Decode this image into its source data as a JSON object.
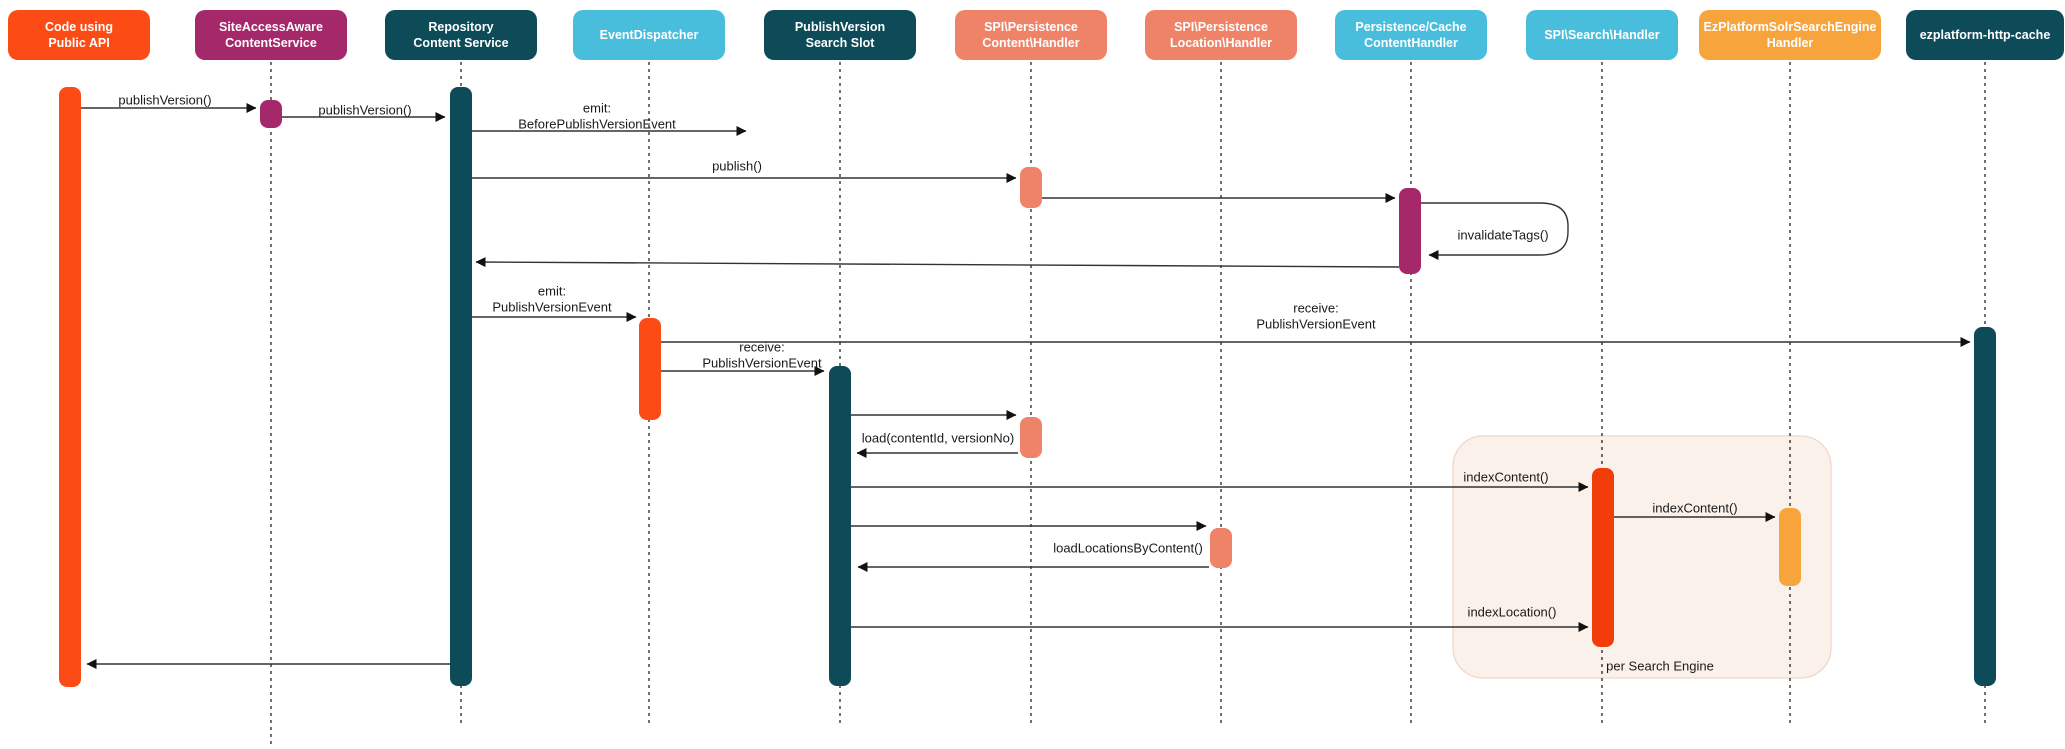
{
  "diagram": {
    "kind": "uml-sequence-diagram",
    "subject": "publishVersion() flow through eZ Platform services"
  },
  "colors": {
    "orange": "#FC4B14",
    "magenta": "#A4286A",
    "dark_teal": "#0E4B59",
    "light_blue": "#48BEDC",
    "salmon": "#EF8368",
    "amber": "#F8A43D",
    "red": "#F23D0B",
    "group_fill": "#FAF1EB",
    "group_border": "#F3D5C5",
    "line": "#333333",
    "text": "#1a1a1a"
  },
  "actors": [
    {
      "id": "code-using-public-api",
      "label": "Code using\nPublic API",
      "color": "orange"
    },
    {
      "id": "siteaccessaware-contentservice",
      "label": "SiteAccessAware\nContentService",
      "color": "magenta"
    },
    {
      "id": "repository-content-service",
      "label": "Repository\nContent Service",
      "color": "dark_teal"
    },
    {
      "id": "eventdispatcher",
      "label": "EventDispatcher",
      "color": "light_blue"
    },
    {
      "id": "publishversion-search-slot",
      "label": "PublishVersion\nSearch Slot",
      "color": "dark_teal"
    },
    {
      "id": "spi-persistence-content-handler",
      "label": "SPI\\Persistence\nContent\\Handler",
      "color": "salmon"
    },
    {
      "id": "spi-persistence-location-handler",
      "label": "SPI\\Persistence\nLocation\\Handler",
      "color": "salmon"
    },
    {
      "id": "persistence-cache-contenthandler",
      "label": "Persistence/Cache\nContentHandler",
      "color": "light_blue"
    },
    {
      "id": "spi-search-handler",
      "label": "SPI\\Search\\Handler",
      "color": "light_blue"
    },
    {
      "id": "ezplatformsolrsearchengine-handler",
      "label": "EzPlatformSolrSearchEngine\nHandler",
      "color": "amber"
    },
    {
      "id": "ezplatform-http-cache",
      "label": "ezplatform-http-cache",
      "color": "dark_teal"
    }
  ],
  "messages": [
    {
      "label": "publishVersion()",
      "from": "code-using-public-api",
      "to": "siteaccessaware-contentservice"
    },
    {
      "label": "publishVersion()",
      "from": "siteaccessaware-contentservice",
      "to": "repository-content-service"
    },
    {
      "label": "emit:\nBeforePublishVersionEvent",
      "from": "repository-content-service",
      "to": "eventdispatcher"
    },
    {
      "label": "publish()",
      "from": "repository-content-service",
      "to": "spi-persistence-content-handler"
    },
    {
      "label": "invalidateTags()",
      "from": "persistence-cache-contenthandler",
      "to": "persistence-cache-contenthandler"
    },
    {
      "label": "emit:\nPublishVersionEvent",
      "from": "repository-content-service",
      "to": "eventdispatcher"
    },
    {
      "label": "receive:\nPublishVersionEvent",
      "from": "eventdispatcher",
      "to": "ezplatform-http-cache"
    },
    {
      "label": "receive:\nPublishVersionEvent",
      "from": "eventdispatcher",
      "to": "publishversion-search-slot"
    },
    {
      "label": "load(contentId, versionNo)",
      "from": "publishversion-search-slot",
      "to": "spi-persistence-content-handler"
    },
    {
      "label": "indexContent()",
      "from": "publishversion-search-slot",
      "to": "spi-search-handler"
    },
    {
      "label": "indexContent()",
      "from": "spi-search-handler",
      "to": "ezplatformsolrsearchengine-handler"
    },
    {
      "label": "loadLocationsByContent()",
      "from": "publishversion-search-slot",
      "to": "spi-persistence-location-handler"
    },
    {
      "label": "indexLocation()",
      "from": "publishversion-search-slot",
      "to": "spi-search-handler"
    }
  ],
  "group": {
    "label": "per Search Engine"
  }
}
